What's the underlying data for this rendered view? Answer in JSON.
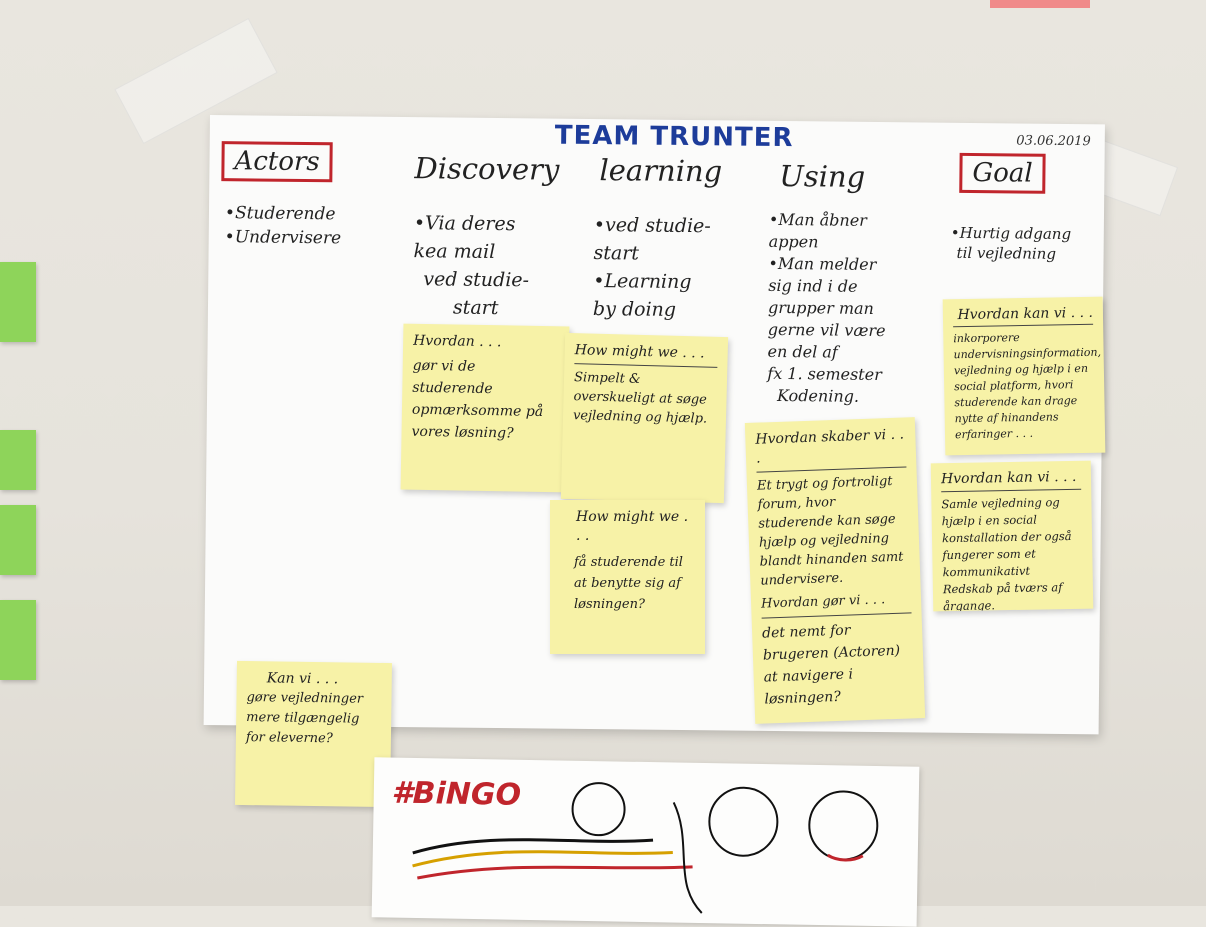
{
  "poster": {
    "title": "TEAM TRUNTER",
    "date": "03.06.2019",
    "columns": {
      "actors": {
        "heading": "Actors",
        "items": [
          "•Studerende",
          "•Undervisere"
        ]
      },
      "discovery": {
        "heading": "Discovery",
        "items": [
          "•Via deres",
          "kea mail",
          "ved studie-",
          "start"
        ]
      },
      "learning": {
        "heading": "learning",
        "items": [
          "•ved studie-",
          "start",
          "•Learning",
          "by doing"
        ]
      },
      "using": {
        "heading": "Using",
        "items": [
          "•Man åbner",
          "appen",
          "•Man melder",
          "sig ind i de",
          "grupper man",
          "gerne vil være",
          "en del af",
          "fx 1. semester",
          "Kodening."
        ]
      },
      "goal": {
        "heading": "Goal",
        "items": [
          "•Hurtig adgang",
          "til vejledning"
        ]
      }
    }
  },
  "notes": {
    "n1": {
      "header": "Hvordan . . .",
      "body": "gør vi de studerende opmærksomme på vores løsning?"
    },
    "n2": {
      "header": "How might we . . .",
      "body": "Simpelt & overskueligt at søge vejledning og hjælp."
    },
    "n3": {
      "header": "How might we . . .",
      "body": "få studerende til at benytte sig af løsningen?"
    },
    "n4": {
      "header": "Hvordan skaber vi . . .",
      "body": "Et trygt og fortroligt forum, hvor studerende kan søge hjælp og vejledning blandt hinanden samt undervisere.",
      "header2": "Hvordan gør vi . . .",
      "body2": "det nemt for brugeren (Actoren) at navigere i løsningen?"
    },
    "n5": {
      "header": "Hvordan kan vi . . .",
      "body": "inkorporere undervisningsinformation, vejledning og hjælp i en social platform, hvori studerende kan drage nytte af hinandens erfaringer . . ."
    },
    "n6": {
      "header": "Hvordan kan vi . . .",
      "body": "Samle vejledning og hjælp i en social konstallation der også fungerer som et kommunikativt Redskab på tværs af årgange."
    },
    "n7": {
      "header": "Kan vi . . .",
      "body": "gøre vejledninger mere tilgængelig for eleverne?"
    }
  },
  "bingo": {
    "text": "#BiNGO"
  }
}
